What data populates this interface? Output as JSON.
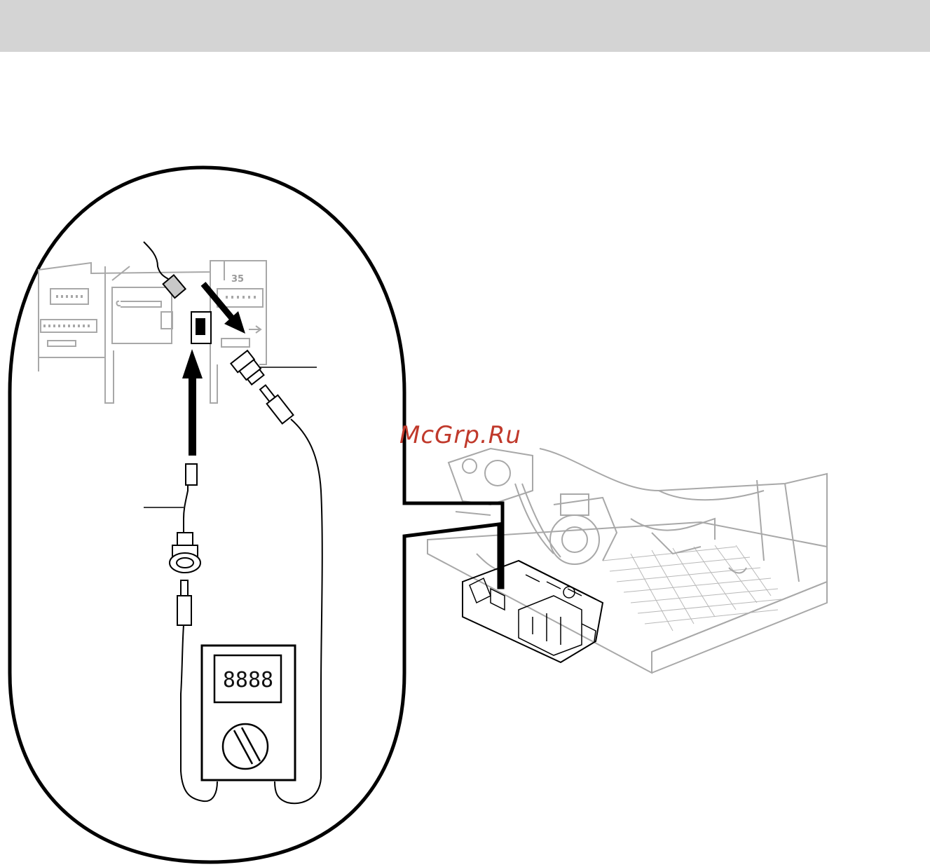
{
  "header": {
    "color": "#d4d4d4"
  },
  "board": {
    "connector_number": "35"
  },
  "multimeter": {
    "display": "8888"
  },
  "watermark": {
    "text": "McGrp.Ru",
    "color": "#c0392b"
  },
  "colors": {
    "outline": "#000000",
    "faint": "#a8a8a8",
    "header": "#d4d4d4"
  }
}
